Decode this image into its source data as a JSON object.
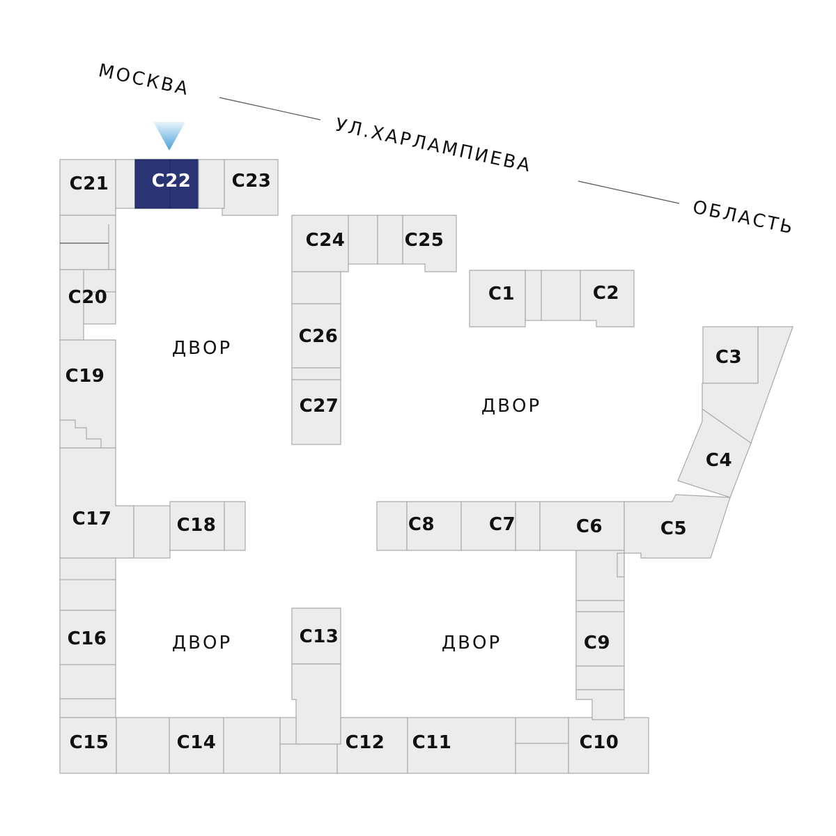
{
  "map": {
    "street": {
      "left": "МОСКВА",
      "middle": "УЛ.ХАРЛАМПИЕВА",
      "right": "ОБЛАСТЬ"
    },
    "yards": [
      "ДВОР",
      "ДВОР",
      "ДВОР",
      "ДВОР"
    ],
    "sections": [
      {
        "id": "C21",
        "label": "С21"
      },
      {
        "id": "C22",
        "label": "С22",
        "selected": true
      },
      {
        "id": "C23",
        "label": "С23"
      },
      {
        "id": "C20",
        "label": "С20"
      },
      {
        "id": "C19",
        "label": "С19"
      },
      {
        "id": "C17",
        "label": "С17"
      },
      {
        "id": "C18",
        "label": "С18"
      },
      {
        "id": "C16",
        "label": "С16"
      },
      {
        "id": "C15",
        "label": "С15"
      },
      {
        "id": "C14",
        "label": "С14"
      },
      {
        "id": "C13",
        "label": "С13"
      },
      {
        "id": "C12",
        "label": "С12"
      },
      {
        "id": "C11",
        "label": "С11"
      },
      {
        "id": "C10",
        "label": "С10"
      },
      {
        "id": "C9",
        "label": "С9"
      },
      {
        "id": "C8",
        "label": "С8"
      },
      {
        "id": "C7",
        "label": "С7"
      },
      {
        "id": "C6",
        "label": "С6"
      },
      {
        "id": "C5",
        "label": "С5"
      },
      {
        "id": "C4",
        "label": "С4"
      },
      {
        "id": "C3",
        "label": "С3"
      },
      {
        "id": "C1",
        "label": "С1"
      },
      {
        "id": "C2",
        "label": "С2"
      },
      {
        "id": "C24",
        "label": "С24"
      },
      {
        "id": "C25",
        "label": "С25"
      },
      {
        "id": "C26",
        "label": "С26"
      },
      {
        "id": "C27",
        "label": "С27"
      }
    ],
    "colors": {
      "selected": "#2a3474",
      "block": "#ececec",
      "outline": "#a9a9a9",
      "marker": "#4a9fd8"
    },
    "marker_icon": "location-marker-icon"
  }
}
